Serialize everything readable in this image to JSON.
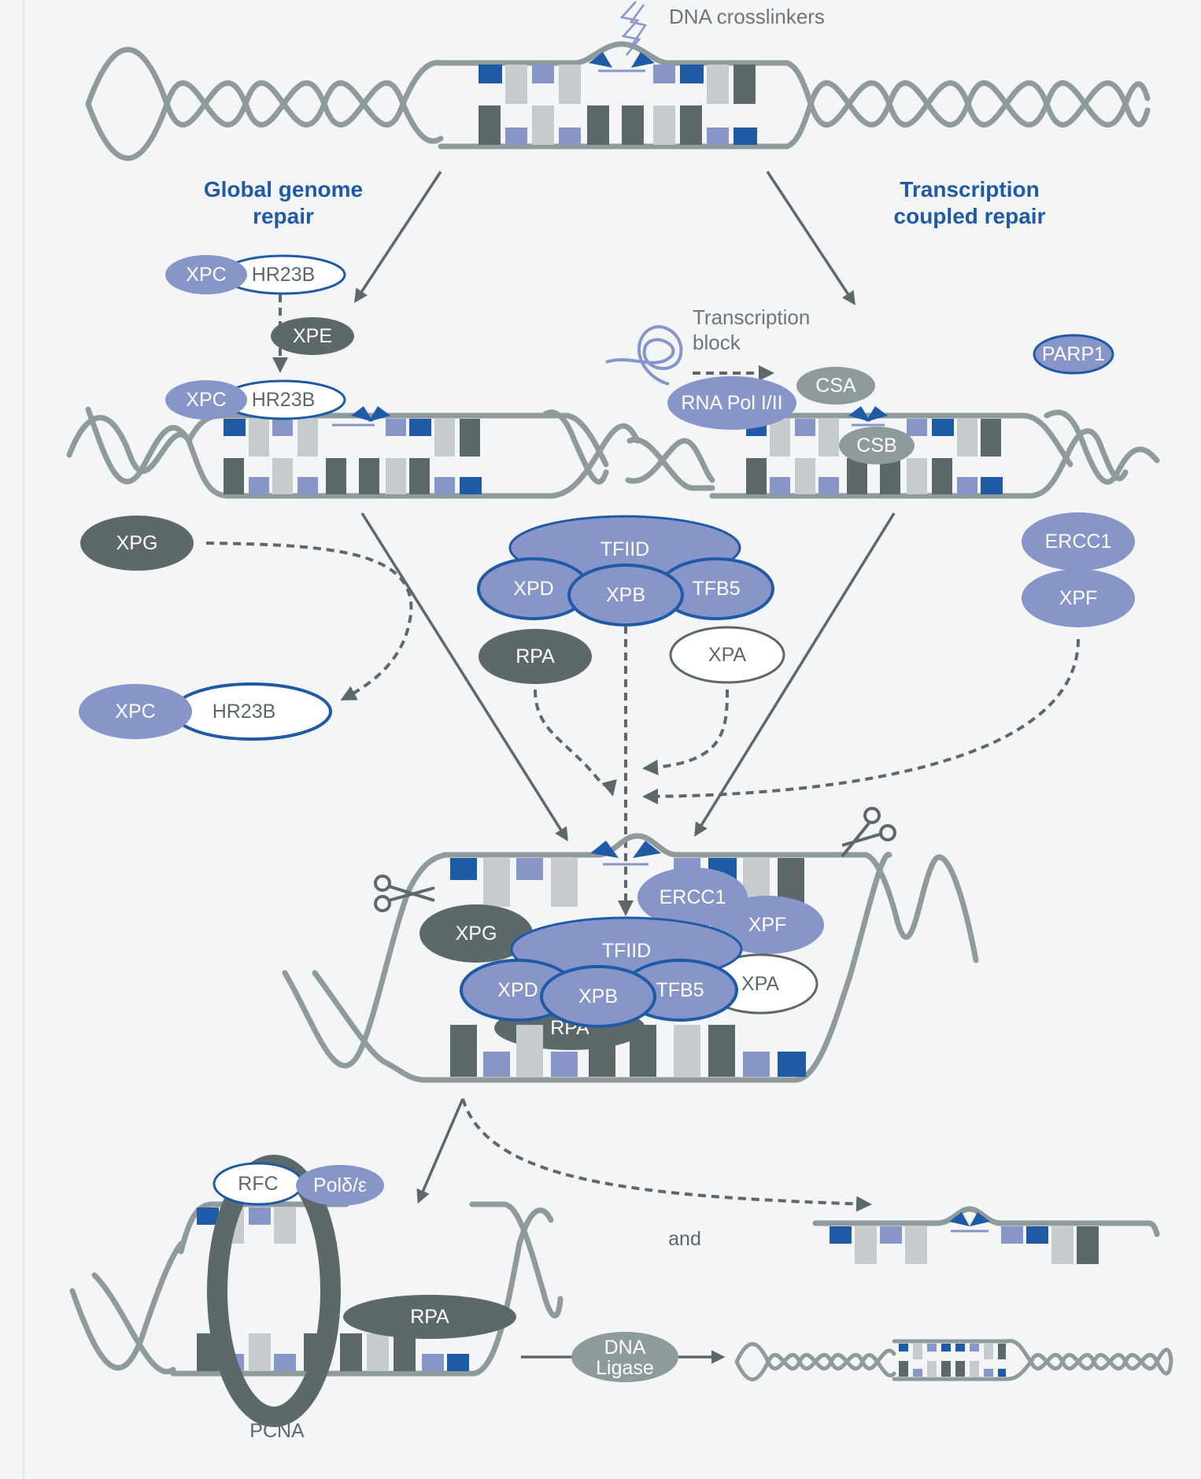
{
  "damage_label": "DNA crosslinkers",
  "pathways": {
    "global": {
      "line1": "Global genome",
      "line2": "repair"
    },
    "transcription": {
      "line1": "Transcription",
      "line2": "coupled repair"
    }
  },
  "transcription_block": {
    "line1": "Transcription",
    "line2": "block"
  },
  "proteins": {
    "xpc": "XPC",
    "hr23b": "HR23B",
    "xpe": "XPE",
    "csa": "CSA",
    "csb": "CSB",
    "rna_pol": "RNA Pol I/II",
    "parp1": "PARP1",
    "xpg": "XPG",
    "tfiid": "TFIID",
    "xpd": "XPD",
    "xpb": "XPB",
    "tfb5": "TFB5",
    "rpa": "RPA",
    "xpa": "XPA",
    "ercc1": "ERCC1",
    "xpf": "XPF",
    "rfc": "RFC",
    "pol": "Polδ/ε",
    "pcna": "PCNA",
    "ligase_line1": "DNA",
    "ligase_line2": "Ligase"
  },
  "and_label": "and",
  "colors": {
    "background": "#f4f5f7",
    "helix": "#8e9a9b",
    "dark_gray": "#5d686a",
    "light_gray": "#c6cccd",
    "lavender": "#8795c9",
    "navy": "#1f5aa6",
    "title_blue": "#1f5aa6"
  }
}
